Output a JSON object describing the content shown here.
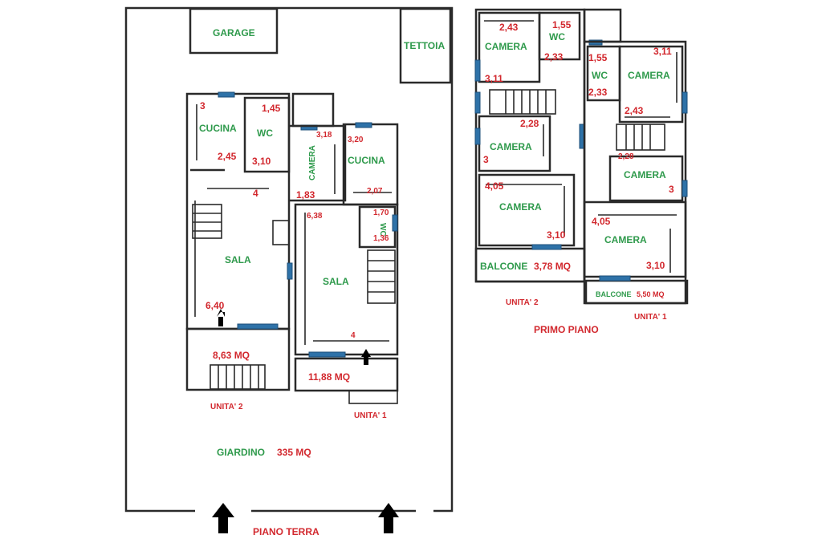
{
  "ground_floor": {
    "title": "PIANO TERRA",
    "garage": "GARAGE",
    "tettoia": "TETTOIA",
    "garden_label": "GIARDINO",
    "garden_area": "335 MQ",
    "unit2": {
      "label": "UNITA' 2",
      "kitchen": {
        "name": "CUCINA",
        "dims": [
          "3",
          "2,45"
        ]
      },
      "wc": {
        "name": "WC",
        "dims": [
          "1,45",
          "3,10"
        ]
      },
      "camera": {
        "name": "CAMERA",
        "dims": [
          "3,18",
          "1,83"
        ]
      },
      "hall_dim": "4",
      "sala": {
        "name": "SALA",
        "dim": "6,40"
      },
      "porch_area": "8,63 MQ"
    },
    "unit1": {
      "label": "UNITA' 1",
      "kitchen": {
        "name": "CUCINA",
        "dims": [
          "3,20",
          "2,07"
        ]
      },
      "wc": {
        "name": "WC",
        "dims": [
          "1,70",
          "1,36"
        ]
      },
      "sala": {
        "name": "SALA",
        "dims": [
          "6,38",
          "4"
        ]
      },
      "porch_area": "11,88 MQ"
    }
  },
  "first_floor": {
    "title": "PRIMO PIANO",
    "unit2": {
      "label": "UNITA' 2",
      "camera1": {
        "name": "CAMERA",
        "dims": [
          "2,43",
          "3,11"
        ]
      },
      "wc": {
        "name": "WC",
        "dims": [
          "1,55",
          "2,33"
        ]
      },
      "camera2": {
        "name": "CAMERA",
        "dims": [
          "2,28",
          "3"
        ]
      },
      "camera3": {
        "name": "CAMERA",
        "dims": [
          "4,05",
          "3,10"
        ]
      },
      "balcony": {
        "name": "BALCONE",
        "area": "3,78 MQ"
      }
    },
    "unit1": {
      "label": "UNITA' 1",
      "wc": {
        "name": "WC",
        "dims": [
          "1,55",
          "2,33"
        ]
      },
      "camera1": {
        "name": "CAMERA",
        "dims": [
          "3,11",
          "2,43"
        ]
      },
      "camera2": {
        "name": "CAMERA",
        "dims": [
          "2,28",
          "3"
        ]
      },
      "camera3": {
        "name": "CAMERA",
        "dims": [
          "4,05",
          "3,10"
        ]
      },
      "balcony": {
        "name": "BALCONE",
        "area": "5,50 MQ"
      }
    }
  },
  "colors": {
    "room_label": "#2f9a4c",
    "dimension": "#d2282e",
    "window": "#2e72a8"
  }
}
